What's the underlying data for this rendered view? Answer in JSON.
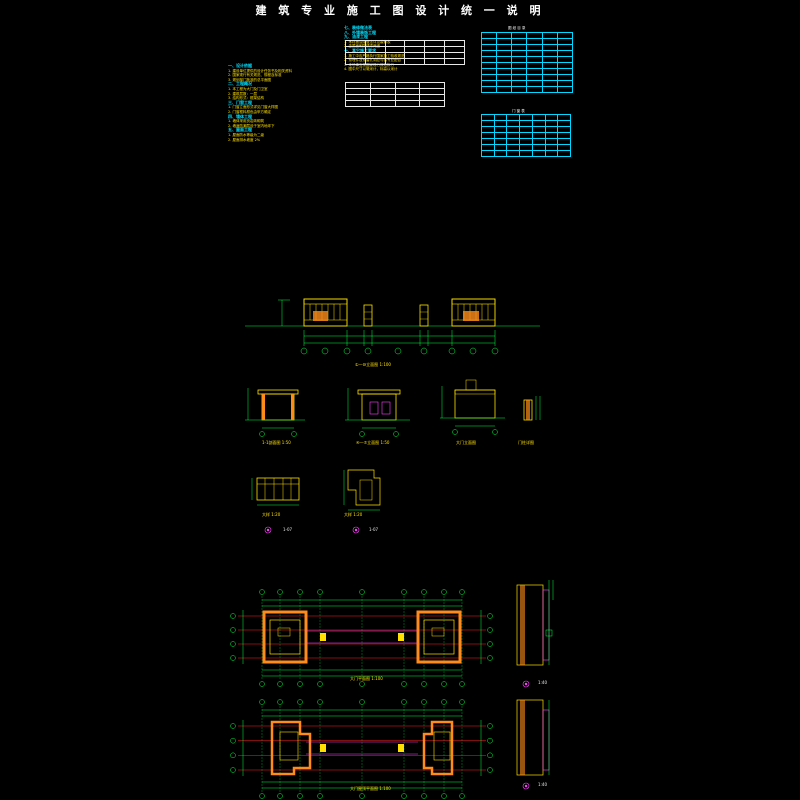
{
  "page": {
    "title": "建 筑 专 业 施 工 图 设 计 统 一 说 明"
  },
  "notes": {
    "col1": [
      {
        "t": "h",
        "text": "一、设计依据"
      },
      {
        "t": "y",
        "text": "1. 建设单位提供的设计任务书及相关资料"
      },
      {
        "t": "y",
        "text": "2. 国家现行有关规范、规程及标准"
      },
      {
        "t": "y",
        "text": "3. 规划部门批准的总平面图"
      },
      {
        "t": "h",
        "text": "二、工程概况"
      },
      {
        "t": "y",
        "text": "1. 本工程为大门及门卫室"
      },
      {
        "t": "y",
        "text": "2. 建筑层数：一层"
      },
      {
        "t": "y",
        "text": "3. 结构形式：框架结构"
      },
      {
        "t": "h",
        "text": "三、门窗工程"
      },
      {
        "t": "y",
        "text": "1. 门窗立面形式详见门窗大样图"
      },
      {
        "t": "y",
        "text": "2. 门窗框料颜色由甲方确定"
      },
      {
        "t": "h",
        "text": "四、墙体工程"
      },
      {
        "t": "y",
        "text": "1. 墙体采用页岩砖砌筑"
      },
      {
        "t": "y",
        "text": "2. 墙身防潮层设于室内地坪下"
      },
      {
        "t": "h",
        "text": "五、屋面工程"
      },
      {
        "t": "y",
        "text": "1. 屋面防水等级为二级"
      },
      {
        "t": "y",
        "text": "2. 屋面排水坡度 2%"
      }
    ],
    "col2": [
      {
        "t": "h",
        "text": "七、装修做法表"
      },
      {
        "t": "h",
        "text": "八、外墙装饰工程"
      },
      {
        "t": "h",
        "text": "九、油漆工程"
      },
      {
        "t": "y",
        "text": "1. 木材面油漆做法详见装修表"
      },
      {
        "t": "y",
        "text": "2. 金属面刷防锈漆两道"
      },
      {
        "t": "h",
        "text": "十、其它施工要求"
      },
      {
        "t": "y",
        "text": "1. 施工中应严格执行国家施工验收规范"
      },
      {
        "t": "y",
        "text": "2. 预埋件及预留孔洞应与各专业配合"
      },
      {
        "t": "y",
        "text": "3. 未尽事宜按国家现行规范执行"
      },
      {
        "t": "y",
        "text": "4. 图中尺寸以毫米计，标高以米计"
      }
    ]
  },
  "tables": {
    "schedule_title": "图 纸 目 录",
    "door_title": "门 窗 表"
  },
  "labels": {
    "elevation_front": "①—⑩立面图 1:100",
    "section_1": "1-1剖面图 1:50",
    "elevation_side": "④—⑦立面图 1:50",
    "elevation_door": "大门立面图",
    "detail_post": "门柱详图",
    "detail_a": "大样 1:20",
    "detail_b": "大样 1:20",
    "index_a": "1-07",
    "index_b": "1-07",
    "plan_floor": "大门平面图 1:100",
    "plan_roof": "大门屋顶平面图 1:100",
    "wall_a": "1:40",
    "wall_b": "1:40"
  },
  "colors": {
    "background": "#000000",
    "wall": "#ffe000",
    "dim": "#00ff40",
    "axis": "#ff2020",
    "fill": "#ff8c1a",
    "text": "#00d8ff",
    "hatch": "#ff40ff"
  }
}
